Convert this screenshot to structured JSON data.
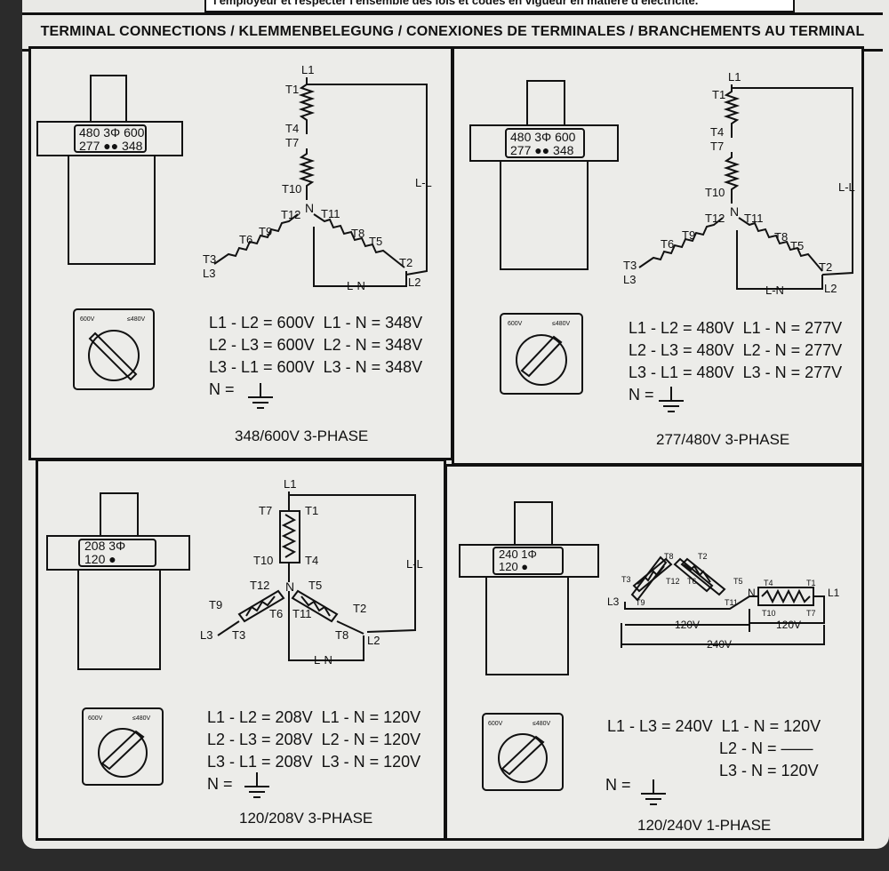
{
  "top_strip_text": "l'employeur et respecter l'ensemble des lois et codes en vigueur en matière d'électricité.",
  "header_title": "TERMINAL CONNECTIONS / KLEMMENBELEGUNG / CONEXIONES DE TERMINALES / BRANCHEMENTS AU TERMINAL",
  "colors": {
    "ink": "#111111",
    "plate": "#e9e9e6",
    "frame": "#2b2b2b"
  },
  "switch_labels": {
    "left": "600V",
    "right": "≤480V"
  },
  "ground_symbol": "ground-icon",
  "panels": [
    {
      "caption": "348/600V 3-PHASE",
      "plate_label": {
        "top": "480 3Φ 600",
        "bottom": "277 ●● 348"
      },
      "terminals": [
        "L1",
        "T1",
        "T4",
        "T7",
        "T10",
        "N",
        "T12",
        "T11",
        "T9",
        "T6",
        "T8",
        "T5",
        "T3",
        "L3",
        "T2",
        "L2",
        "L-L",
        "L-N"
      ],
      "equations": [
        {
          "ll": "L1 - L2 = 600V",
          "ln": "L1 - N = 348V"
        },
        {
          "ll": "L2 - L3 = 600V",
          "ln": "L2 - N = 348V"
        },
        {
          "ll": "L3 - L1 = 600V",
          "ln": "L3 - N = 348V"
        }
      ],
      "neutral": "N ="
    },
    {
      "caption": "277/480V 3-PHASE",
      "plate_label": {
        "top": "480 3Φ 600",
        "bottom": "277 ●● 348"
      },
      "terminals": [
        "L1",
        "T1",
        "T4",
        "T7",
        "T10",
        "N",
        "T12",
        "T11",
        "T9",
        "T6",
        "T8",
        "T5",
        "T3",
        "L3",
        "T2",
        "L2",
        "L-L",
        "L-N"
      ],
      "equations": [
        {
          "ll": "L1 - L2 = 480V",
          "ln": "L1 - N = 277V"
        },
        {
          "ll": "L2 - L3 = 480V",
          "ln": "L2 - N = 277V"
        },
        {
          "ll": "L3 - L1 = 480V",
          "ln": "L3 - N = 277V"
        }
      ],
      "neutral": "N ="
    },
    {
      "caption": "120/208V 3-PHASE",
      "plate_label": {
        "top": "208 3Φ",
        "bottom": "120 ●"
      },
      "terminals": [
        "L1",
        "T7",
        "T1",
        "T10",
        "T4",
        "N",
        "T12",
        "T5",
        "T9",
        "T6",
        "T11",
        "T2",
        "L3",
        "T3",
        "T8",
        "L2",
        "L-L",
        "L-N"
      ],
      "equations": [
        {
          "ll": "L1 - L2 = 208V",
          "ln": "L1 - N = 120V"
        },
        {
          "ll": "L2 - L3 = 208V",
          "ln": "L2 - N = 120V"
        },
        {
          "ll": "L3 - L1 = 208V",
          "ln": "L3 - N = 120V"
        }
      ],
      "neutral": "N ="
    },
    {
      "caption": "120/240V 1-PHASE",
      "plate_label": {
        "top": "240 1Φ",
        "bottom": "120 ●"
      },
      "terminals": [
        "T8",
        "T2",
        "T3",
        "T12",
        "T6",
        "T5",
        "N",
        "T4",
        "T1",
        "L1",
        "L3",
        "T9",
        "T11",
        "T10",
        "T7"
      ],
      "dimension_labels": {
        "left_120": "120V",
        "right_120": "120V",
        "total": "240V"
      },
      "equations": [
        {
          "ll": "L1 - L3 = 240V",
          "ln": "L1 - N = 120V"
        },
        {
          "ll": "",
          "ln": "L2 - N = ——"
        },
        {
          "ll": "",
          "ln": "L3 - N = 120V"
        }
      ],
      "neutral": "N ="
    }
  ]
}
